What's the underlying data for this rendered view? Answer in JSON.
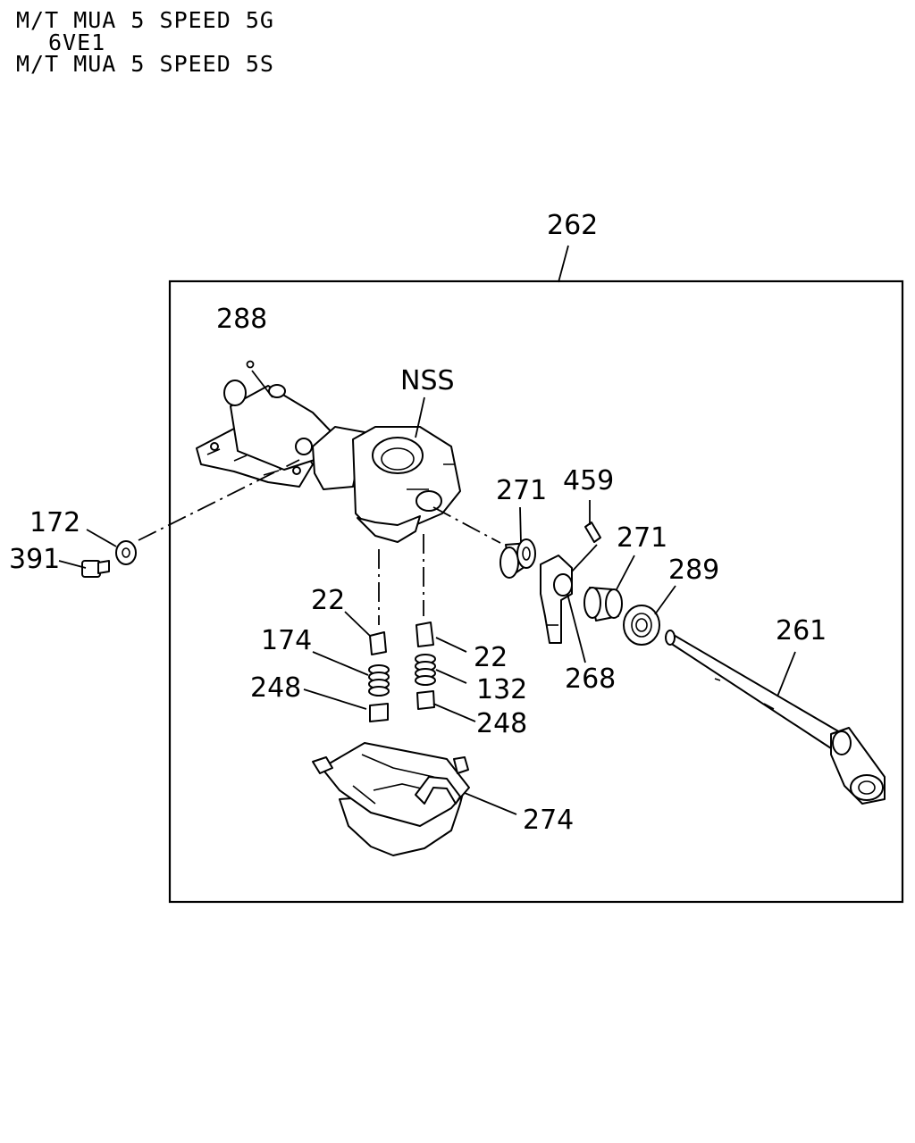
{
  "header": {
    "line1": "M/T MUA 5 SPEED 5G",
    "line2": "6VE1",
    "line3": "M/T MUA 5 SPEED 5S"
  },
  "callouts": {
    "c262": "262",
    "c288": "288",
    "nss": "NSS",
    "c172": "172",
    "c391": "391",
    "c271a": "271",
    "c459": "459",
    "c271b": "271",
    "c289": "289",
    "c261": "261",
    "c22a": "22",
    "c174": "174",
    "c248a": "248",
    "c22b": "22",
    "c132": "132",
    "c248b": "248",
    "c268": "268",
    "c274": "274"
  }
}
